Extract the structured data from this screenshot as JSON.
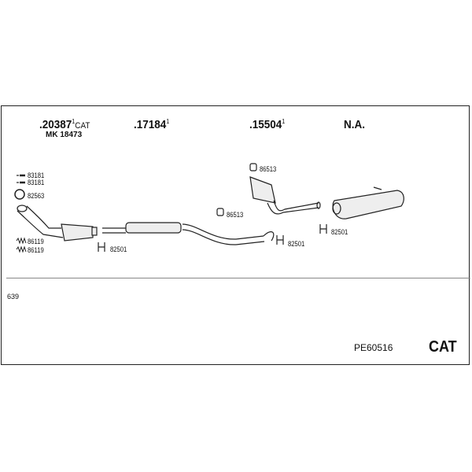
{
  "parts": {
    "catalyst": {
      "number": ".20387",
      "sup": "1",
      "suffix": "CAT",
      "kit": "MK 18473"
    },
    "front_silencer": {
      "number": ".17184",
      "sup": "1"
    },
    "middle_silencer": {
      "number": ".15504",
      "sup": "1"
    },
    "rear_silencer": {
      "number": "N.A."
    }
  },
  "accessories": {
    "bolt1": "83181",
    "bolt2": "83181",
    "gasket": "82563",
    "spring1": "86119",
    "spring2": "86119",
    "clamp1": "82501",
    "clamp2": "82501",
    "clamp3": "82501",
    "rubber1": "86513",
    "rubber2": "86513"
  },
  "footer": {
    "code": "639",
    "set_number": "PE60516",
    "type": "CAT"
  }
}
